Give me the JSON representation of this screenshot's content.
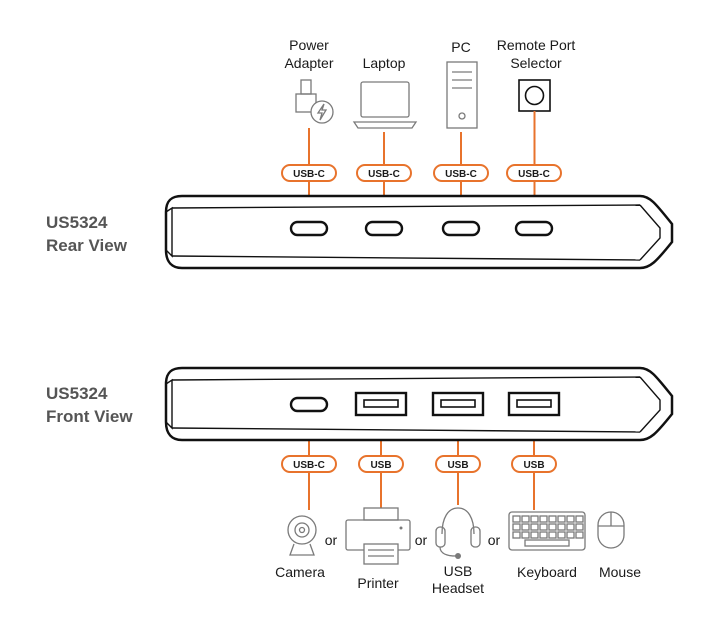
{
  "rear_view": {
    "title_line1": "US5324",
    "title_line2": "Rear View",
    "devices": [
      {
        "label_line1": "Power",
        "label_line2": "Adapter",
        "icon": "power-adapter-icon",
        "port": "USB-C"
      },
      {
        "label_line1": "Laptop",
        "label_line2": "",
        "icon": "laptop-icon",
        "port": "USB-C"
      },
      {
        "label_line1": "PC",
        "label_line2": "",
        "icon": "pc-tower-icon",
        "port": "USB-C"
      },
      {
        "label_line1": "Remote Port",
        "label_line2": "Selector",
        "icon": "remote-port-selector-icon",
        "port": "USB-C"
      }
    ]
  },
  "front_view": {
    "title_line1": "US5324",
    "title_line2": "Front View",
    "ports": [
      {
        "port": "USB-C",
        "type": "usb-c"
      },
      {
        "port": "USB",
        "type": "usb-a"
      },
      {
        "port": "USB",
        "type": "usb-a"
      },
      {
        "port": "USB",
        "type": "usb-a"
      }
    ],
    "devices": [
      {
        "label_line1": "Camera",
        "label_line2": "",
        "icon": "camera-icon"
      },
      {
        "label_line1": "Printer",
        "label_line2": "",
        "icon": "printer-icon"
      },
      {
        "label_line1": "USB",
        "label_line2": "Headset",
        "icon": "headset-icon"
      },
      {
        "label_line1": "Keyboard",
        "label_line2": "",
        "icon": "keyboard-icon"
      },
      {
        "label_line1": "Mouse",
        "label_line2": "",
        "icon": "mouse-icon"
      }
    ],
    "or_text": "or"
  },
  "colors": {
    "cable": "#e8732c",
    "outline": "#111111",
    "icon": "#7a7a7a",
    "title": "#555555"
  }
}
